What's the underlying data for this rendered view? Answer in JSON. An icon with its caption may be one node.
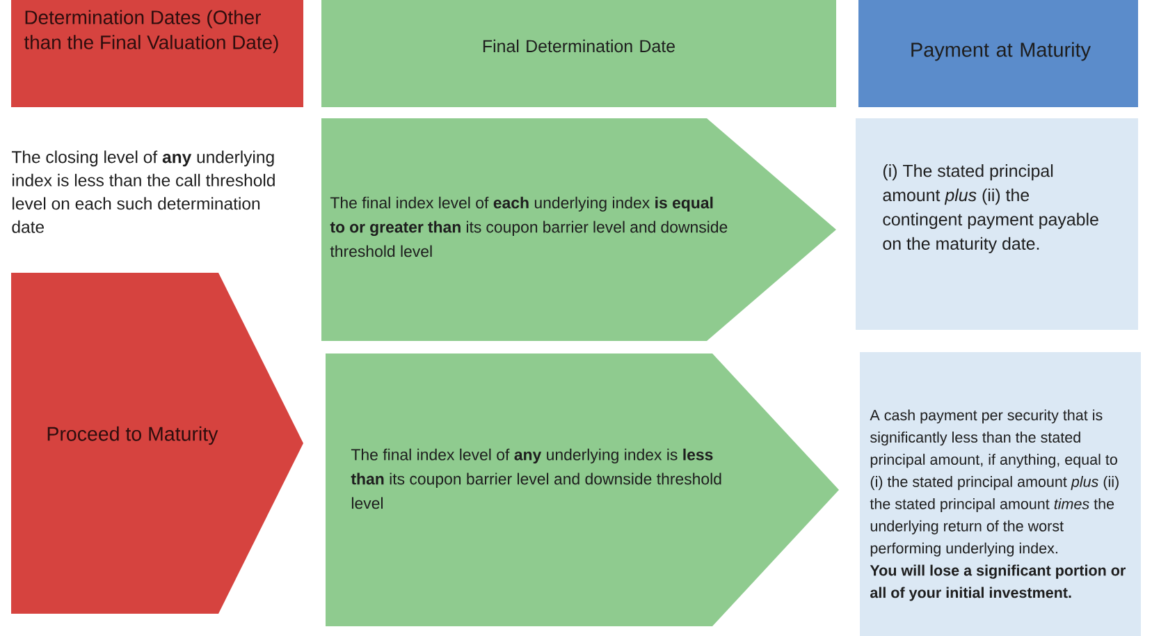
{
  "diagram": {
    "nodes": [
      {
        "text": [
          "Determination Dates (Other than the Final Valuation Date)"
        ]
      },
      {
        "text": [
          "Final Determination Date"
        ]
      },
      {
        "text": [
          "Payment at Maturity"
        ]
      },
      {
        "text": [
          "The final index level of **each** underlying index **is equal to or greater than** its coupon barrier level and downside threshold level"
        ]
      },
      {
        "text": [
          "(i) The stated principal amount *plus* (ii) the contingent payment payable on the maturity date."
        ]
      },
      {
        "text": [
          "Proceed to Maturity"
        ]
      },
      {
        "text": [
          "The final index level of **any** underlying index is **less than** its coupon barrier level and downside threshold level"
        ]
      },
      {
        "text": [
          "A cash payment per security that is significantly less than the stated principal amount, if anything, equal to (i) the stated principal amount *plus* (ii) the stated principal amount *times* the underlying return of the worst performing underlying index.",
          "You will lose a significant portion or all of your initial investment."
        ]
      }
    ],
    "labels": [
      "The closing level of **any** underlying index is less than the call threshold level on each such determination date"
    ]
  }
}
